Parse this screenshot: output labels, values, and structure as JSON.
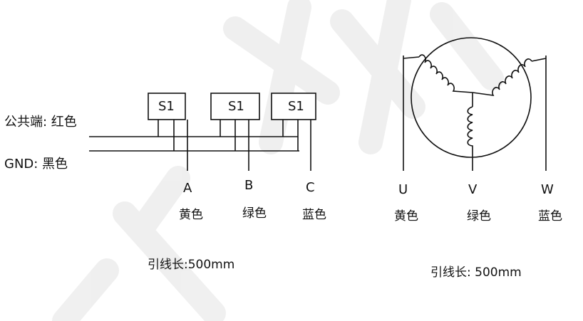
{
  "watermark": {
    "text": "代理群",
    "color": "#eeeeee"
  },
  "left": {
    "common_label": "公共端: 红色",
    "gnd_label": "GND: 黑色",
    "sensors": [
      "S1",
      "S1",
      "S1"
    ],
    "outputs": [
      {
        "letter": "A",
        "color": "黄色"
      },
      {
        "letter": "B",
        "color": "绿色"
      },
      {
        "letter": "C",
        "color": "蓝色"
      }
    ],
    "lead_note": "引线长:500mm"
  },
  "right": {
    "phases": [
      {
        "letter": "U",
        "color": "黄色"
      },
      {
        "letter": "V",
        "color": "绿色"
      },
      {
        "letter": "W",
        "color": "蓝色"
      }
    ],
    "lead_note": "引线长: 500mm"
  }
}
